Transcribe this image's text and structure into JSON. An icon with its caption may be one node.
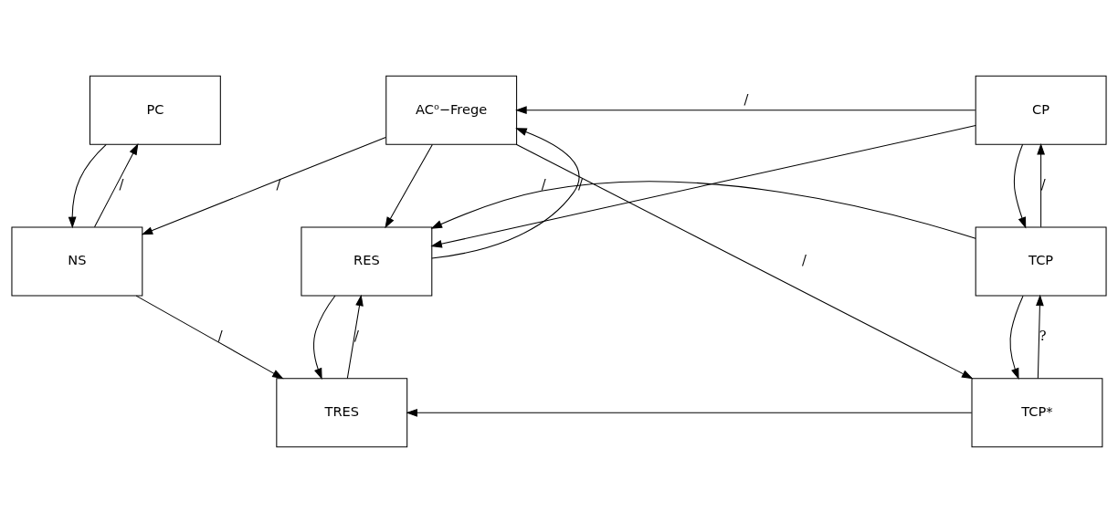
{
  "diagram": {
    "nodes": [
      {
        "text": [
          "PC"
        ]
      },
      {
        "text": [
          "AC⁰−Frege"
        ]
      },
      {
        "text": [
          "CP"
        ]
      },
      {
        "text": [
          "NS"
        ]
      },
      {
        "text": [
          "RES"
        ]
      },
      {
        "text": [
          "TCP"
        ]
      },
      {
        "text": [
          "TRES"
        ]
      },
      {
        "text": [
          "TCP*"
        ]
      }
    ],
    "edges": [
      {
        "from": 0,
        "to": 3,
        "arrow": "to"
      },
      {
        "from": 3,
        "to": 0,
        "arrow": "to",
        "label": "/"
      },
      {
        "from": 2,
        "to": 1,
        "arrow": "to",
        "label": "/"
      },
      {
        "from": 1,
        "to": 3,
        "arrow": "to",
        "label": "/"
      },
      {
        "from": 1,
        "to": 4,
        "arrow": "to"
      },
      {
        "from": 4,
        "to": 1,
        "arrow": "to",
        "label": "/"
      },
      {
        "from": 1,
        "to": 7,
        "arrow": "to",
        "label": "/"
      },
      {
        "from": 2,
        "to": 4,
        "arrow": "to"
      },
      {
        "from": 2,
        "to": 5,
        "arrow": "to"
      },
      {
        "from": 5,
        "to": 2,
        "arrow": "to",
        "label": "/"
      },
      {
        "from": 5,
        "to": 4,
        "arrow": "to",
        "label": "/"
      },
      {
        "from": 3,
        "to": 6,
        "arrow": "to",
        "label": "/"
      },
      {
        "from": 4,
        "to": 6,
        "arrow": "to"
      },
      {
        "from": 6,
        "to": 4,
        "arrow": "to",
        "label": "/"
      },
      {
        "from": 5,
        "to": 7,
        "arrow": "to"
      },
      {
        "from": 7,
        "to": 5,
        "arrow": "to",
        "label": "?"
      },
      {
        "from": 7,
        "to": 6,
        "arrow": "to"
      }
    ]
  }
}
